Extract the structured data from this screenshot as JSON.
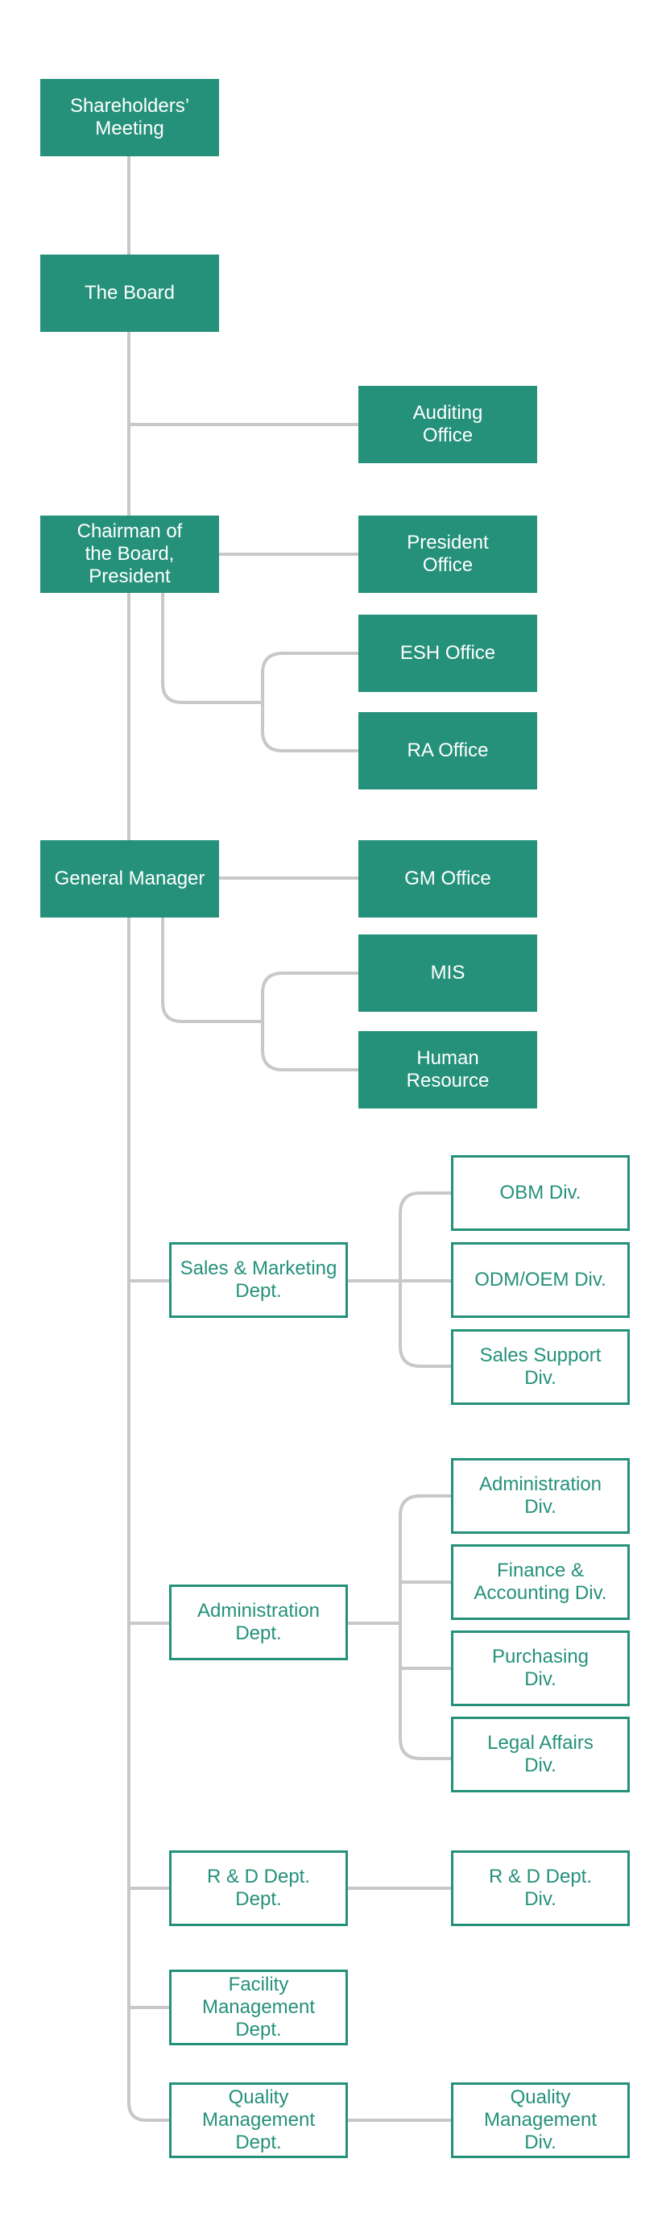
{
  "org_chart": {
    "shareholders": "Shareholders’\nMeeting",
    "board": "The Board",
    "auditing_office": "Auditing\nOffice",
    "chairman": "Chairman of\nthe Board,\nPresident",
    "president_office": "President\nOffice",
    "esh_office": "ESH Office",
    "ra_office": "RA Office",
    "general_manager": "General Manager",
    "gm_office": "GM Office",
    "mis": "MIS",
    "human_resource": "Human\nResource",
    "sales_marketing": "Sales & Marketing\nDept.",
    "obm_div": "OBM Div.",
    "odm_oem_div": "ODM/OEM Div.",
    "sales_support_div": "Sales Support\nDiv.",
    "administration_dept": "Administration\nDept.",
    "administration_div": "Administration\nDiv.",
    "finance_div": "Finance &\nAccounting Div.",
    "purchasing_div": "Purchasing\nDiv.",
    "legal_div": "Legal Affairs\nDiv.",
    "rd_dept": "R & D Dept.\nDept.",
    "rd_div": "R & D Dept.\nDiv.",
    "facility_dept": "Facility Management\nDept.",
    "quality_dept": "Quality\nManagement\nDept.",
    "quality_div": "Quality\nManagement\nDiv."
  },
  "colors": {
    "primary": "#25917a",
    "connector": "#c8c8c8"
  }
}
